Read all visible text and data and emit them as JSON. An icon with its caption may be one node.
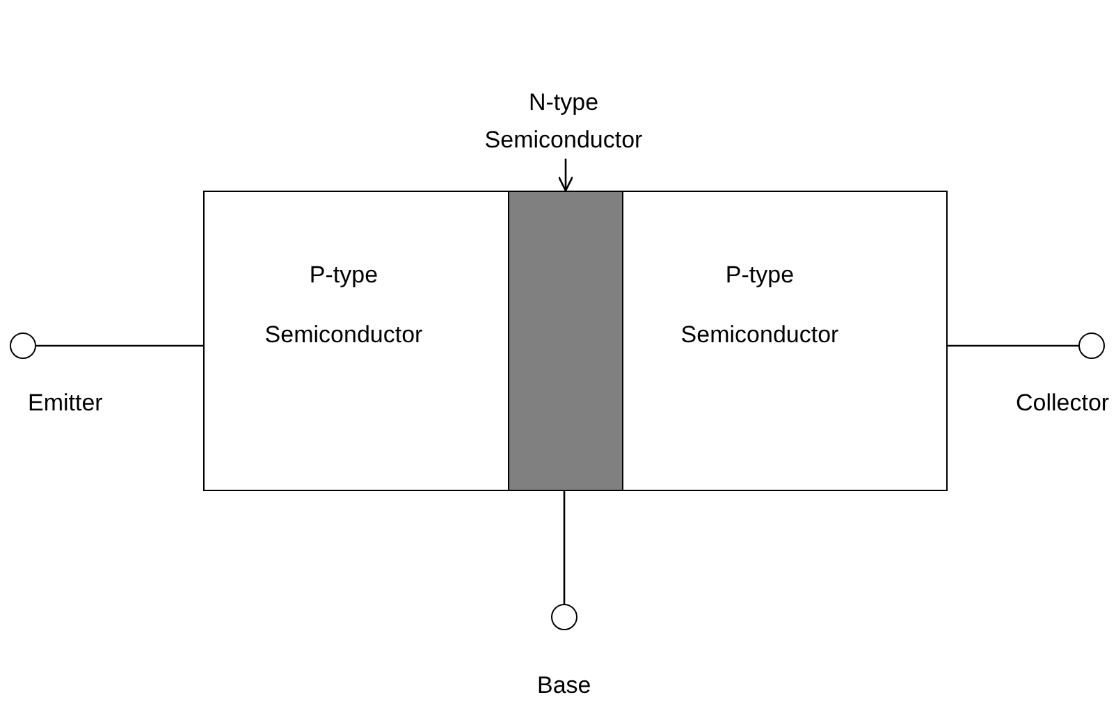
{
  "diagram": {
    "nodes": [
      {
        "text": [
          "N-type Semiconductor"
        ]
      },
      {
        "text": [
          "P-type Semiconductor"
        ]
      },
      {
        "text": [],
        "shape": "bar"
      },
      {
        "text": [
          "P-type Semiconductor"
        ]
      },
      {
        "text": [],
        "shape": "circle",
        "beside": [
          "Emitter"
        ]
      },
      {
        "text": [],
        "shape": "circle",
        "beside": [
          "Collector"
        ]
      },
      {
        "text": [],
        "shape": "circle",
        "beside": [
          "Base"
        ]
      }
    ],
    "edges": [
      {
        "from": 0,
        "to": 2,
        "arrow": "to"
      },
      {
        "from": 4,
        "to": 1,
        "arrow": "none"
      },
      {
        "from": 3,
        "to": 5,
        "arrow": "none"
      },
      {
        "from": 2,
        "to": 6,
        "arrow": "none"
      }
    ]
  }
}
